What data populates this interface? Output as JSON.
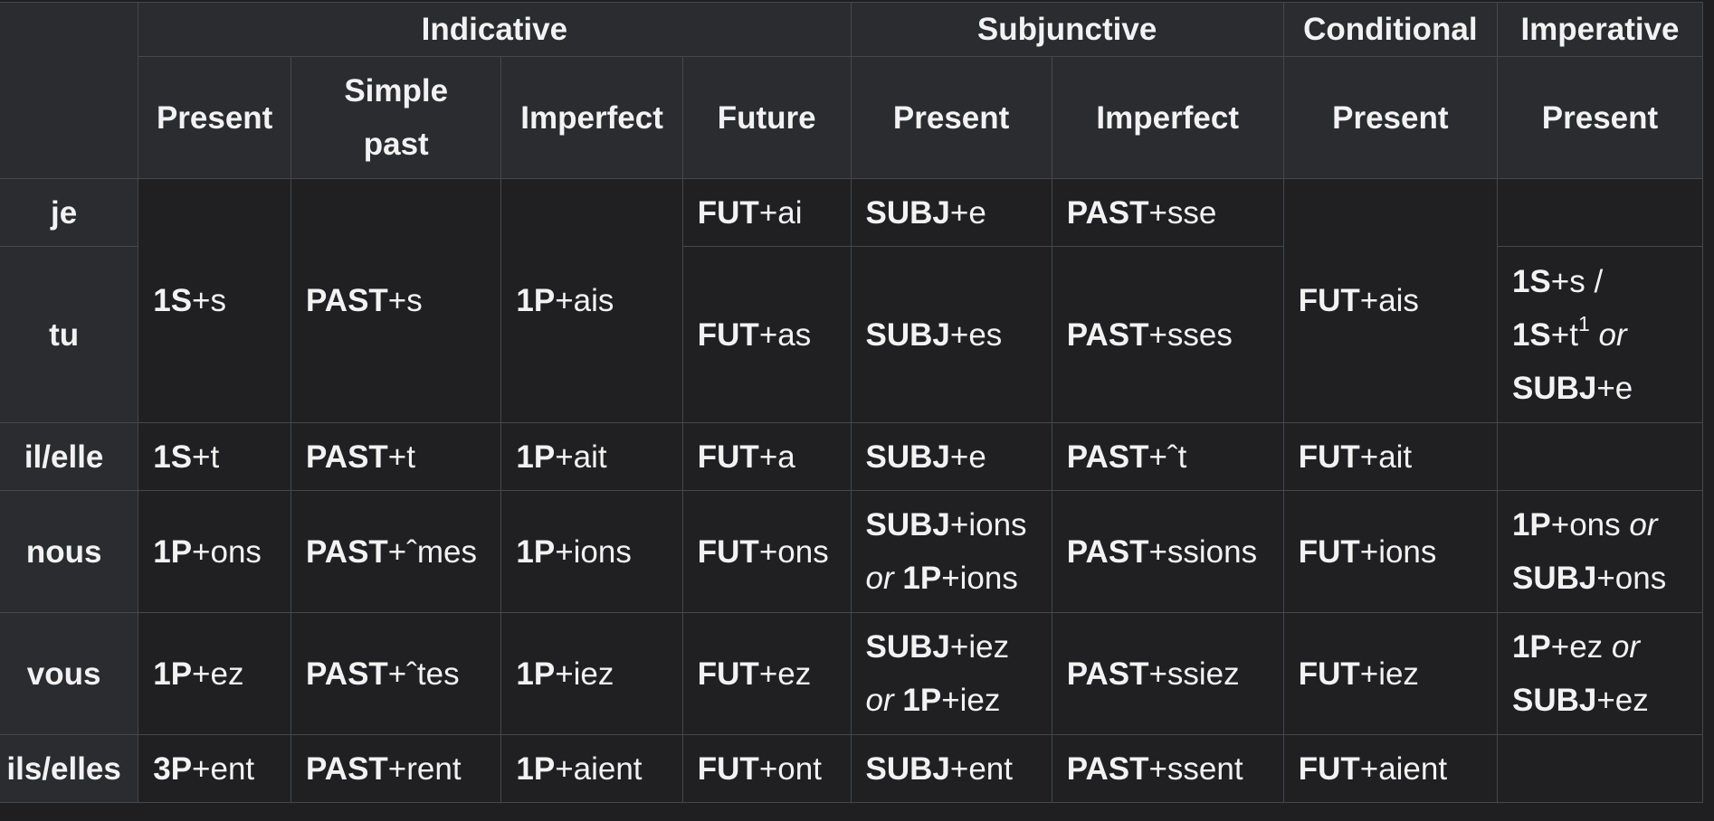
{
  "header": {
    "moods": {
      "indicative": "Indicative",
      "subjunctive": "Subjunctive",
      "conditional": "Conditional",
      "imperative": "Imperative"
    },
    "tenses": {
      "ind_present": "Present",
      "ind_simple_past": "Simple past",
      "ind_imperfect": "Imperfect",
      "ind_future": "Future",
      "subj_present": "Present",
      "subj_imperfect": "Imperfect",
      "cond_present": "Present",
      "imp_present": "Present"
    }
  },
  "pronouns": {
    "je": "je",
    "tu": "tu",
    "il": "il/elle",
    "nous": "nous",
    "vous": "vous",
    "ils": "ils/elles"
  },
  "stems": {
    "s1": "1S",
    "p1": "1P",
    "p3": "3P",
    "past": "PAST",
    "fut": "FUT",
    "subj": "SUBJ"
  },
  "connector": {
    "or": "or",
    "slash": " /",
    "footnote": "1"
  },
  "endings": {
    "ind_present": {
      "jetu": "+s",
      "il": "+t",
      "nous": "+ons",
      "vous": "+ez",
      "ils": "+ent"
    },
    "ind_past": {
      "jetu": "+s",
      "il": "+t",
      "nous": "+ˆmes",
      "vous": "+ˆtes",
      "ils": "+rent"
    },
    "ind_imperfect": {
      "jetu": "+ais",
      "il": "+ait",
      "nous": "+ions",
      "vous": "+iez",
      "ils": "+aient"
    },
    "ind_future": {
      "je": "+ai",
      "tu": "+as",
      "il": "+a",
      "nous": "+ons",
      "vous": "+ez",
      "ils": "+ont"
    },
    "subj_present": {
      "je": "+e",
      "tu": "+es",
      "il": "+e",
      "nous": "+ions",
      "nous_alt": "+ions",
      "vous": "+iez",
      "vous_alt": "+iez",
      "ils": "+ent"
    },
    "subj_imperfect": {
      "je": "+sse",
      "tu": "+sses",
      "il": "+ˆt",
      "nous": "+ssions",
      "vous": "+ssiez",
      "ils": "+ssent"
    },
    "cond_present": {
      "jetu": "+ais",
      "il": "+ait",
      "nous": "+ions",
      "vous": "+iez",
      "ils": "+aient"
    },
    "imp_present": {
      "tu_a": "+s",
      "tu_b": "+t",
      "tu_c": "+e",
      "nous_a": "+ons",
      "nous_b": "+ons",
      "vous_a": "+ez",
      "vous_b": "+ez"
    }
  }
}
